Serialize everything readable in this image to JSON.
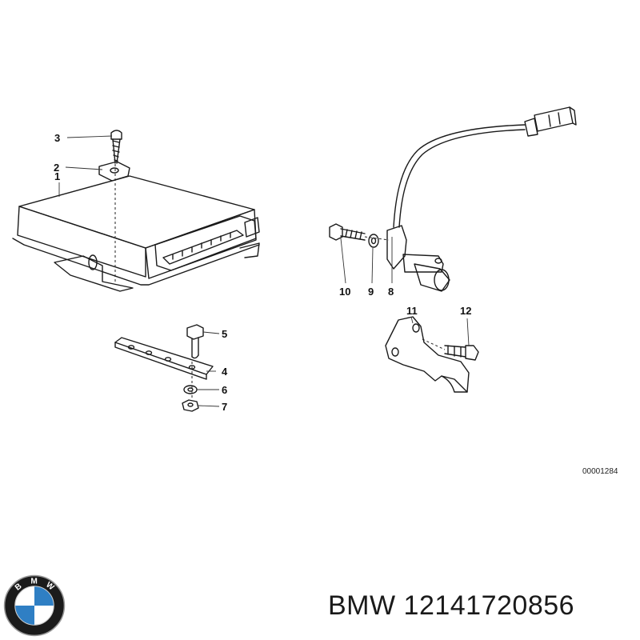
{
  "diagram": {
    "callouts": [
      "1",
      "2",
      "3",
      "4",
      "5",
      "6",
      "7",
      "8",
      "9",
      "10",
      "11",
      "12"
    ],
    "reference_code": "00001284"
  },
  "caption": {
    "brand": "BMW",
    "part_number": "12141720856"
  },
  "logo": {
    "letters": [
      "B",
      "M",
      "W"
    ],
    "colors": {
      "ring": "#1b1b1b",
      "blue": "#2f7fc4",
      "white": "#ffffff"
    }
  }
}
